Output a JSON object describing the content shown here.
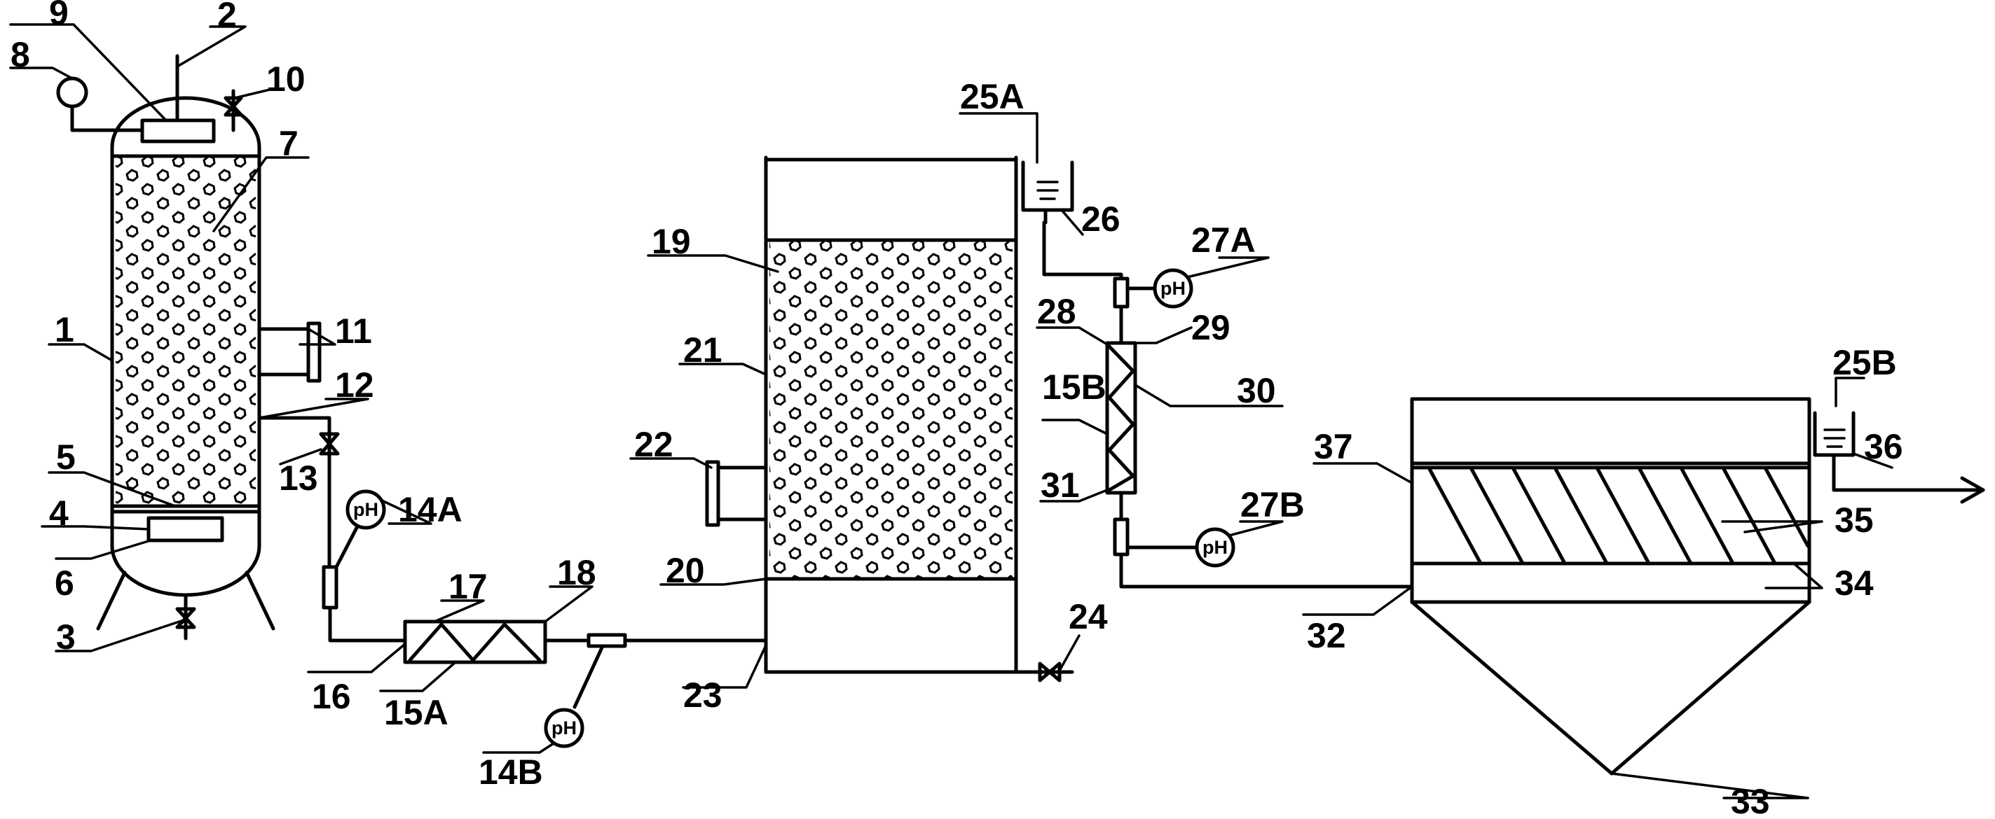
{
  "labels": {
    "l1": "1",
    "l2": "2",
    "l3": "3",
    "l4": "4",
    "l5": "5",
    "l6": "6",
    "l7": "7",
    "l8": "8",
    "l9": "9",
    "l10": "10",
    "l11": "11",
    "l12": "12",
    "l13": "13",
    "l14a": "14A",
    "l14b": "14B",
    "l15a": "15A",
    "l15b": "15B",
    "l16": "16",
    "l17": "17",
    "l18": "18",
    "l19": "19",
    "l20": "20",
    "l21": "21",
    "l22": "22",
    "l23": "23",
    "l24": "24",
    "l25a": "25A",
    "l25b": "25B",
    "l26": "26",
    "l27a": "27A",
    "l27b": "27B",
    "l28": "28",
    "l29": "29",
    "l30": "30",
    "l31": "31",
    "l32": "32",
    "l33": "33",
    "l34": "34",
    "l35": "35",
    "l36": "36",
    "l37": "37"
  },
  "meters": {
    "ph": "pH"
  }
}
